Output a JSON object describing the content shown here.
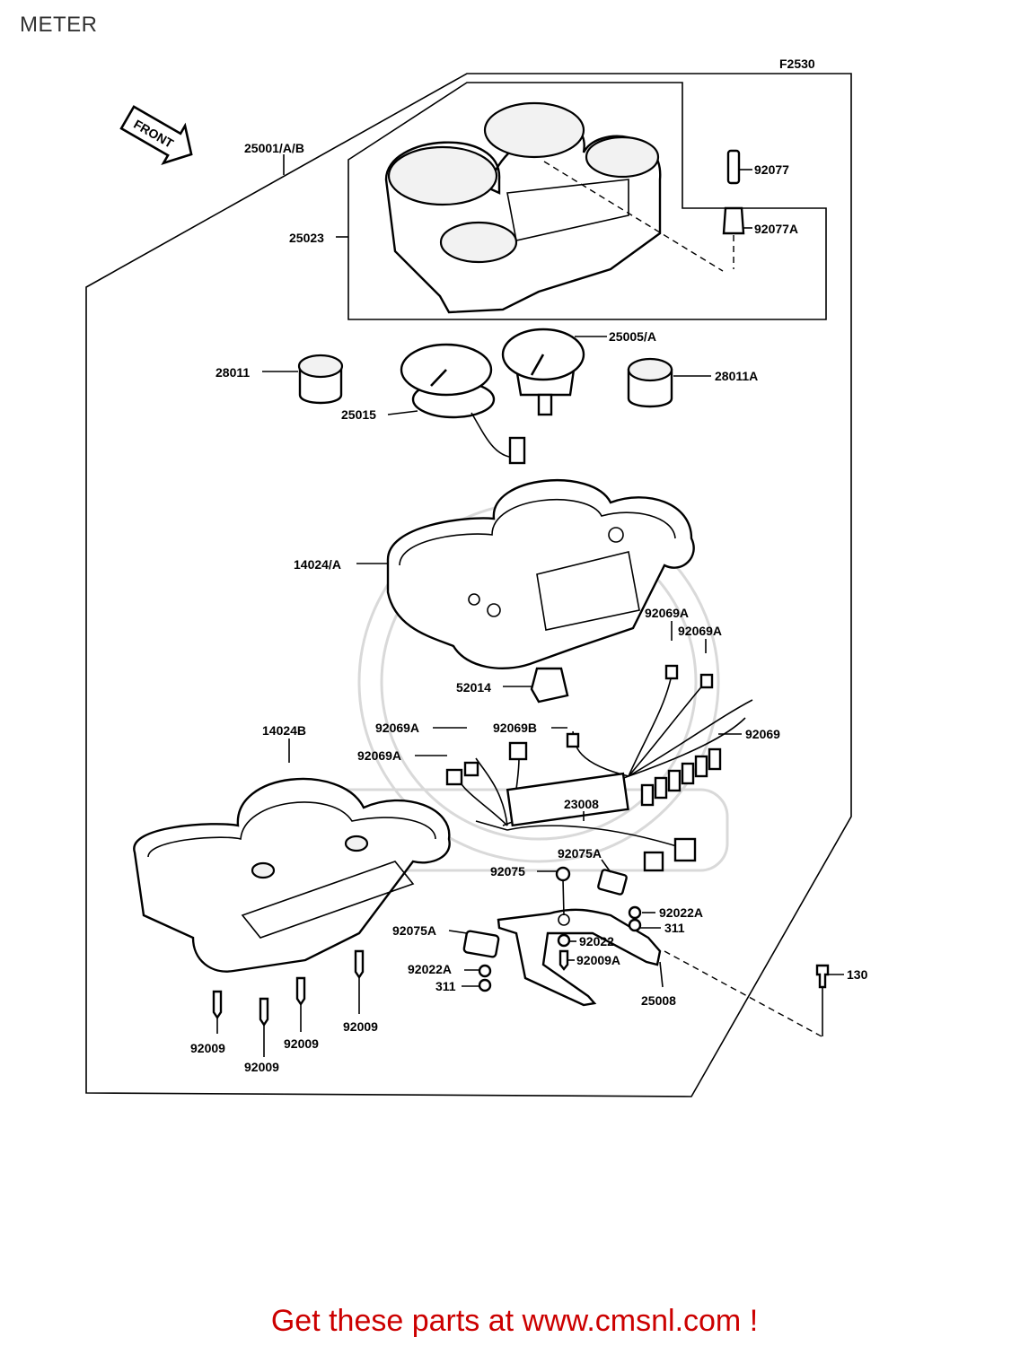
{
  "page_title": "METER",
  "figure_code": "F2530",
  "front_label": "FRONT",
  "promo_text": "Get these parts at www.cmsnl.com !",
  "colors": {
    "promo": "#cc0000",
    "line": "#000000",
    "title": "#333333"
  },
  "parts": [
    {
      "id": "p25001",
      "label": "25001/A/B"
    },
    {
      "id": "p25023",
      "label": "25023"
    },
    {
      "id": "p92077",
      "label": "92077"
    },
    {
      "id": "p92077A",
      "label": "92077A"
    },
    {
      "id": "p28011",
      "label": "28011"
    },
    {
      "id": "p25005",
      "label": "25005/A"
    },
    {
      "id": "p28011A",
      "label": "28011A"
    },
    {
      "id": "p25015",
      "label": "25015"
    },
    {
      "id": "p14024",
      "label": "14024/A"
    },
    {
      "id": "p92069A_1",
      "label": "92069A"
    },
    {
      "id": "p92069A_2",
      "label": "92069A"
    },
    {
      "id": "p52014",
      "label": "52014"
    },
    {
      "id": "p14024B",
      "label": "14024B"
    },
    {
      "id": "p92069A_3",
      "label": "92069A"
    },
    {
      "id": "p92069B",
      "label": "92069B"
    },
    {
      "id": "p92069A_4",
      "label": "92069A"
    },
    {
      "id": "p92069",
      "label": "92069"
    },
    {
      "id": "p23008",
      "label": "23008"
    },
    {
      "id": "p92075A_1",
      "label": "92075A"
    },
    {
      "id": "p92075",
      "label": "92075"
    },
    {
      "id": "p92022A_1",
      "label": "92022A"
    },
    {
      "id": "p311_1",
      "label": "311"
    },
    {
      "id": "p92075A_2",
      "label": "92075A"
    },
    {
      "id": "p92022",
      "label": "92022"
    },
    {
      "id": "p92009A",
      "label": "92009A"
    },
    {
      "id": "p92022A_2",
      "label": "92022A"
    },
    {
      "id": "p311_2",
      "label": "311"
    },
    {
      "id": "p25008",
      "label": "25008"
    },
    {
      "id": "p130",
      "label": "130"
    },
    {
      "id": "p92009_1",
      "label": "92009"
    },
    {
      "id": "p92009_2",
      "label": "92009"
    },
    {
      "id": "p92009_3",
      "label": "92009"
    },
    {
      "id": "p92009_4",
      "label": "92009"
    }
  ]
}
